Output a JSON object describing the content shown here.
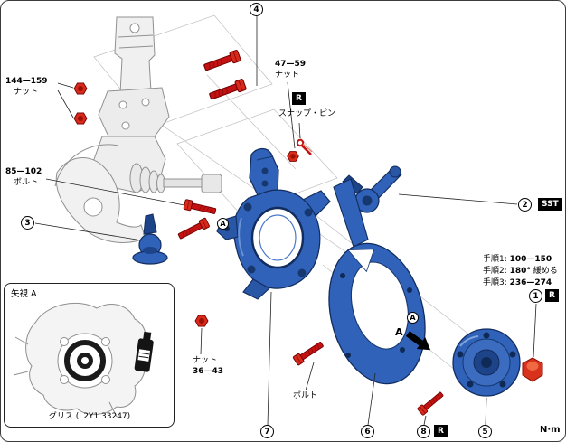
{
  "figure": {
    "units": "N·m",
    "callouts": {
      "c1": "1",
      "c2": "2",
      "c3": "3",
      "c4": "4",
      "c5": "5",
      "c6": "6",
      "c7": "7",
      "c8": "8"
    },
    "view_refs": {
      "upper_a": "A",
      "shield_a": "A",
      "arrow_a": "A"
    },
    "badges": {
      "r": "R",
      "sst": "SST"
    },
    "labels": {
      "strut_nut": {
        "torque": "144—159",
        "part": "ナット"
      },
      "pinch_bolt": {
        "torque": "85—102",
        "part": "ボルト"
      },
      "tie_rod_nut": {
        "torque": "47—59",
        "part": "ナット"
      },
      "snap_pin": "スナップ・ピン",
      "stab_nut": {
        "part": "ナット",
        "torque": "36—43"
      },
      "shield_bolt": "ボルト",
      "hub_nut_steps": [
        {
          "prefix": "手順1: ",
          "value": "100—150",
          "suffix": ""
        },
        {
          "prefix": "手順2: ",
          "value": "180°",
          "suffix": " 緩める"
        },
        {
          "prefix": "手順3: ",
          "value": "236—274",
          "suffix": ""
        }
      ]
    },
    "inset": {
      "title": "矢視 A",
      "grease": "グリス (L2Y1 33247)"
    }
  }
}
